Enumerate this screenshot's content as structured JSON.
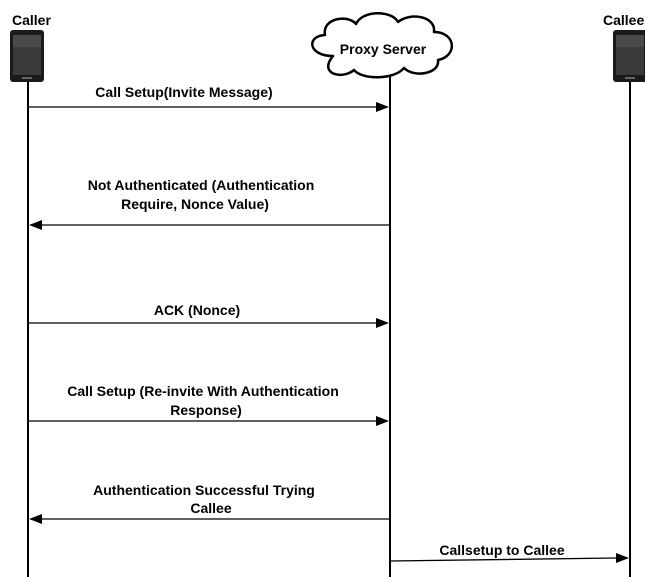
{
  "participants": {
    "caller": {
      "label": "Caller",
      "icon": "phone-icon"
    },
    "proxy": {
      "label": "Proxy Server",
      "icon": "cloud-icon"
    },
    "callee": {
      "label": "Callee",
      "icon": "phone-icon"
    }
  },
  "messages": [
    {
      "from": "caller",
      "to": "proxy",
      "lines": [
        "Call Setup(Invite Message)"
      ]
    },
    {
      "from": "proxy",
      "to": "caller",
      "lines": [
        "Not Authenticated (Authentication",
        "Require, Nonce Value)"
      ]
    },
    {
      "from": "caller",
      "to": "proxy",
      "lines": [
        "ACK (Nonce)"
      ]
    },
    {
      "from": "caller",
      "to": "proxy",
      "lines": [
        "Call Setup (Re-invite With Authentication",
        "Response)"
      ]
    },
    {
      "from": "proxy",
      "to": "caller",
      "lines": [
        "Authentication Successful Trying",
        "Callee"
      ]
    },
    {
      "from": "proxy",
      "to": "callee",
      "lines": [
        "Callsetup to Callee"
      ]
    }
  ]
}
